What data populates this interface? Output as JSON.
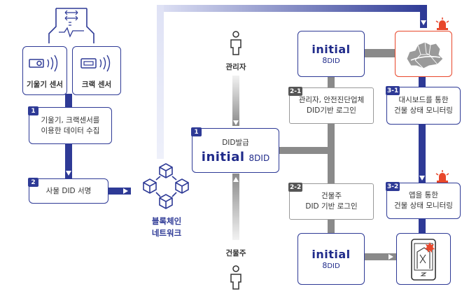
{
  "sensors": {
    "exhaust_label": "기울기 센서",
    "crack_label": "크랙 센서"
  },
  "steps": {
    "s1": {
      "badge": "1",
      "line1": "기울기, 크랙센서를",
      "line2": "이용한 데이터 수집"
    },
    "s2": {
      "badge": "2",
      "text": "사물 DID 서명"
    },
    "center": {
      "badge": "1",
      "title": "DID발급"
    },
    "s21": {
      "badge": "2-1",
      "line1": "관리자, 안전진단업체",
      "line2": "DID기반 로그인"
    },
    "s22": {
      "badge": "2-2",
      "line1": "건물주",
      "line2": "DID 기반 로그인"
    },
    "s31": {
      "badge": "3-1",
      "line1": "대시보드를 통한",
      "line2": "건물 상태 모니터링"
    },
    "s32": {
      "badge": "3-2",
      "line1": "앱을 통한",
      "line2": "건물 상태 모니터링"
    }
  },
  "blockchain": {
    "line1": "블록체인",
    "line2": "네트워크"
  },
  "persons": {
    "manager": "관리자",
    "owner": "건물주"
  },
  "brand": {
    "name": "initial",
    "did": "DID"
  },
  "colors": {
    "navy": "#2e3a96",
    "gray_line": "#8a8a8a",
    "gradient_light": "#cfd3ee",
    "alert_red": "#e8472b"
  }
}
